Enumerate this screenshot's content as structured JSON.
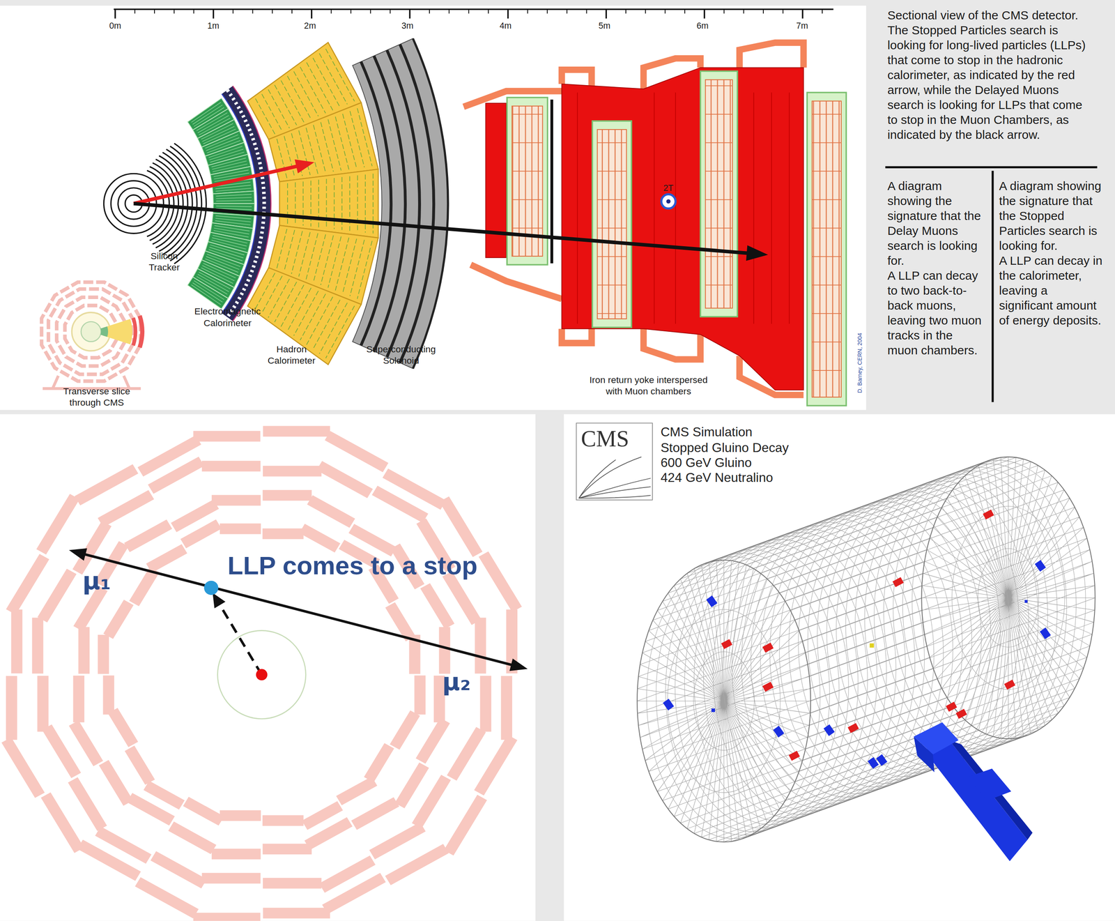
{
  "diagram": {
    "nodes": [
      {
        "text": [
          "CMS"
        ]
      }
    ],
    "labels": [
      "0m",
      "1m",
      "2m",
      "3m",
      "4m",
      "5m",
      "6m",
      "7m",
      "Sectional view of the CMS detector. The Stopped Particles search is looking for long-lived particles (LLPs) that come to stop in the hadronic calorimeter, as indicated by the red arrow, while the Delayed Muons search is looking for LLPs that come to stop in the Muon Chambers, as indicated by the black arrow.",
      "A diagram showing the signature that the Delay Muons search is looking for.",
      "A LLP can decay to two back-to-back muons, leaving two muon tracks in the muon chambers.",
      "A diagram showing the signature that the Stopped Particles search is looking for.",
      "A LLP can decay in the calorimeter, leaving a significant amount of energy deposits.",
      "2T",
      "Silicon Tracker",
      "Electromagnetic Calorimeter",
      "Hadron Calorimeter",
      "Superconducting Solenoid",
      "Iron return yoke interspersed with Muon chambers",
      "Transverse slice through CMS",
      "D. Barney, CERN, 2004",
      "LLP comes to a stop",
      "μ₁",
      "μ₂",
      "CMS Simulation",
      "Stopped Gluino Decay",
      "600 GeV Gluino",
      "424 GeV Neutralino"
    ]
  }
}
